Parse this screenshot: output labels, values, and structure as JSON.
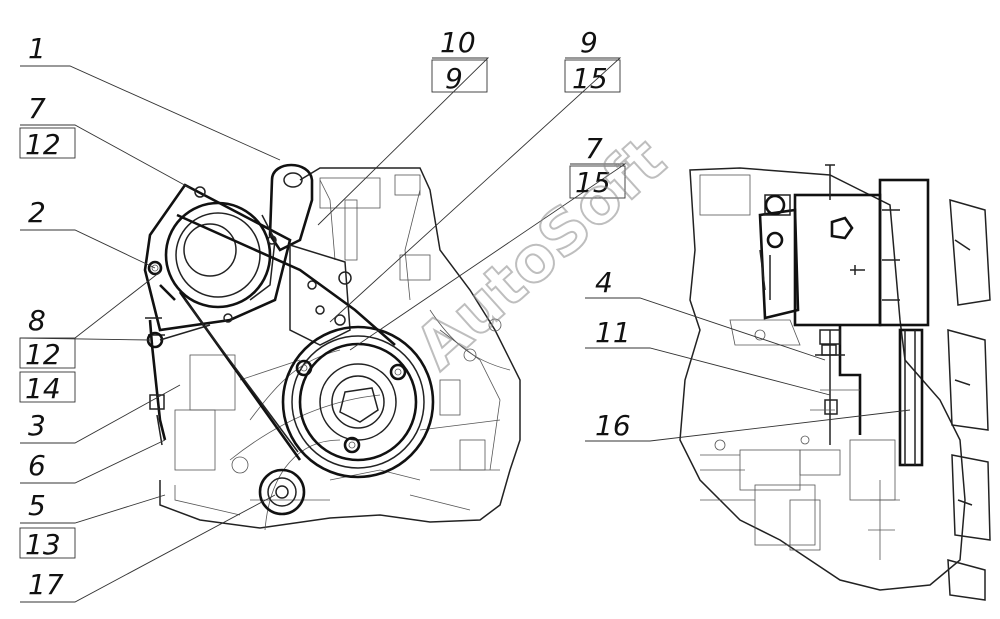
{
  "labels": {
    "l1": "1",
    "l7a": "7",
    "l12a": "12",
    "l2": "2",
    "l8": "8",
    "l12b": "12",
    "l14": "14",
    "l3": "3",
    "l6": "6",
    "l5": "5",
    "l13": "13",
    "l17": "17",
    "l10": "10",
    "l9a": "9",
    "l9b": "9",
    "l15a": "15",
    "l7b": "7",
    "l15b": "15",
    "l4": "4",
    "l11": "11",
    "l16": "16"
  },
  "watermark": "AutoSoft"
}
